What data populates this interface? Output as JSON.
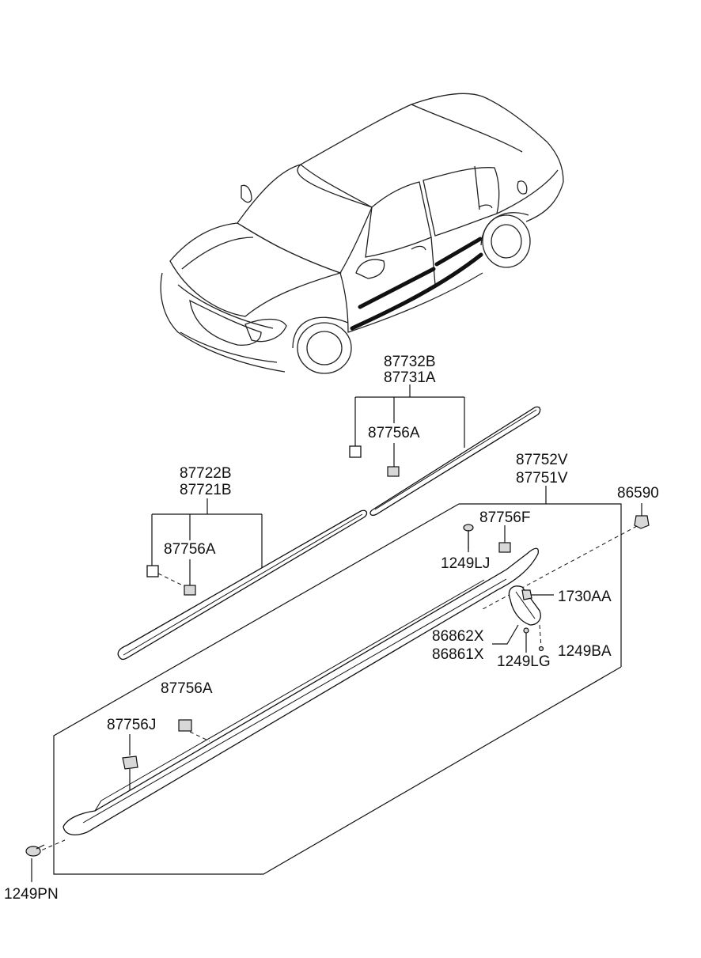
{
  "labels": {
    "l87732B": "87732B",
    "l87731A": "87731A",
    "l87756A_top": "87756A",
    "l87752V": "87752V",
    "l87751V": "87751V",
    "l86590": "86590",
    "l87722B": "87722B",
    "l87721B": "87721B",
    "l87756F": "87756F",
    "l87756A_mid": "87756A",
    "l1249LJ": "1249LJ",
    "l1730AA": "1730AA",
    "l86862X": "86862X",
    "l86861X": "86861X",
    "l1249BA": "1249BA",
    "l1249LG": "1249LG",
    "l87756A_bot": "87756A",
    "l87756J": "87756J",
    "l1249PN": "1249PN"
  },
  "colors": {
    "line": "#111111",
    "background": "#ffffff"
  }
}
